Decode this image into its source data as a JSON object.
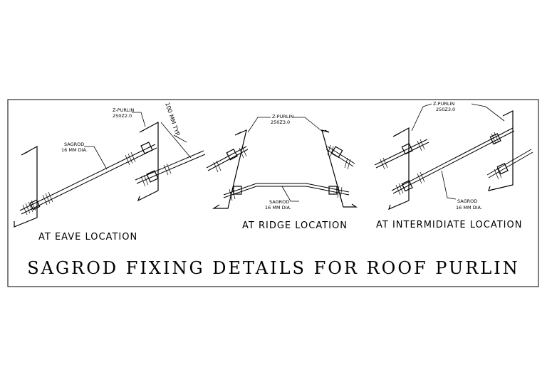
{
  "drawing": {
    "title": "SAGROD FIXING DETAILS FOR ROOF PURLIN",
    "details": [
      {
        "caption": "AT EAVE LOCATION",
        "purlin_label": "Z-PURLIN",
        "purlin_size": "250Z2.0",
        "sagrod_label": "SAGROD",
        "sagrod_size": "16 MM DIA.",
        "dimension": "100 MM TYP."
      },
      {
        "caption": "AT RIDGE LOCATION",
        "purlin_label": "Z-PURLIN",
        "purlin_size": "250Z3.0",
        "sagrod_label": "SAGROD",
        "sagrod_size": "16 MM DIA."
      },
      {
        "caption": "AT INTERMIDIATE LOCATION",
        "purlin_label": "Z-PURLIN",
        "purlin_size": "250Z3.0",
        "sagrod_label": "SAGROD",
        "sagrod_size": "16 MM DIA."
      }
    ]
  },
  "colors": {
    "line": "#000000",
    "background": "#ffffff"
  }
}
